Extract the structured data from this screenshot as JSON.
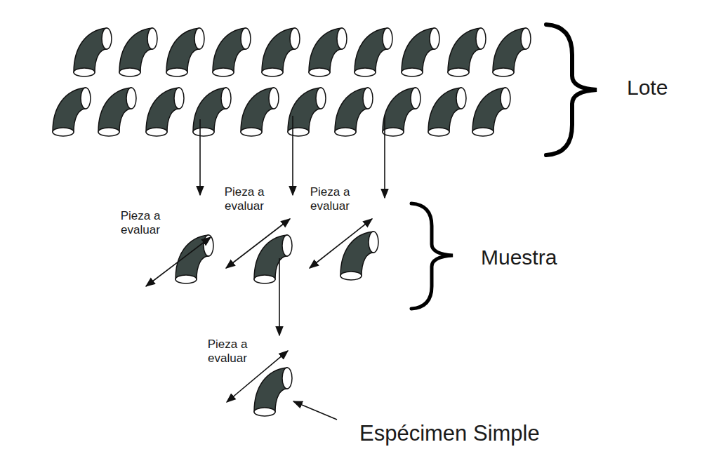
{
  "diagram": {
    "labels": [
      "Lote",
      "Pieza a evaluar",
      "Pieza a evaluar",
      "Pieza a evaluar",
      "Muestra",
      "Pieza a evaluar",
      "Espécimen Simple"
    ]
  }
}
